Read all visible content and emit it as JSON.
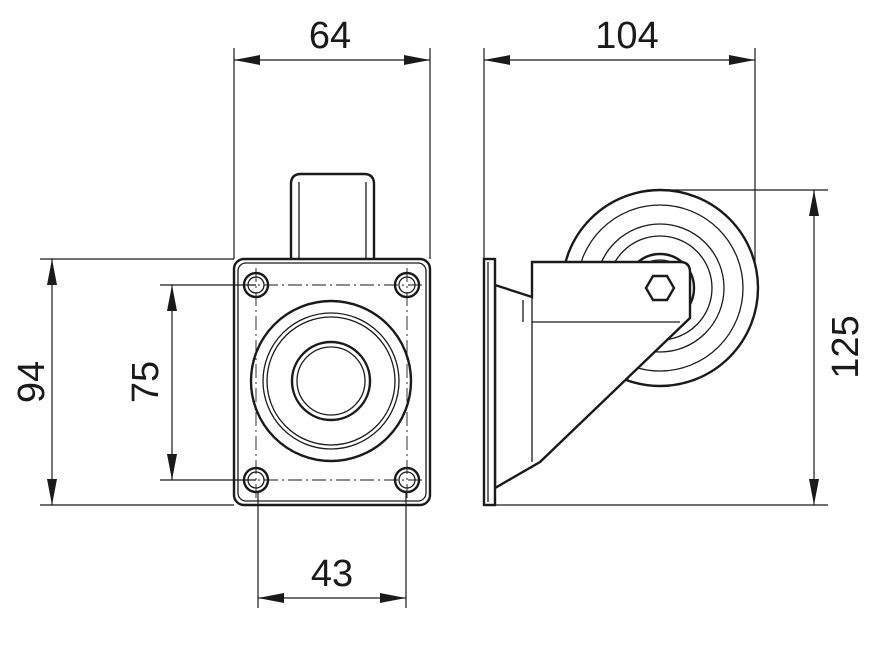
{
  "diagram": {
    "dimensions": {
      "top_width": "64",
      "side_width": "104",
      "plate_height": "94",
      "hole_spacing_vertical": "75",
      "hole_spacing_horizontal": "43",
      "overall_height": "125"
    }
  }
}
